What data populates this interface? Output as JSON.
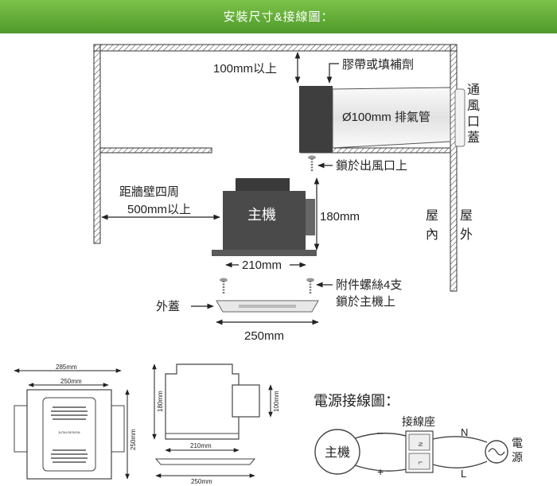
{
  "header": {
    "title": "安裝尺寸&接線圖："
  },
  "install": {
    "ceiling_gap": "100mm以上",
    "sealant": "膠帶或填補劑",
    "duct": "Ø100mm 排氣管",
    "vent_cover": [
      "通",
      "風",
      "口",
      "蓋"
    ],
    "fix_outlet": "鎖於出風口上",
    "wall_distance_line1": "距牆壁四周",
    "wall_distance_line2": "500mm以上",
    "main_unit": "主機",
    "height": "180mm",
    "indoor": [
      "屋",
      "內"
    ],
    "outdoor": [
      "屋",
      "外"
    ],
    "width": "210mm",
    "screws_line1": "附件螺絲4支",
    "screws_line2": "鎖於主機上",
    "cover": "外蓋",
    "cover_width": "250mm"
  },
  "dims": {
    "front_outer": "285mm",
    "front_inner": "250mm",
    "front_height": "250mm",
    "brand": "JUTAI·DESIGN",
    "side_height": "180mm",
    "side_duct": "100mm",
    "side_width": "210mm",
    "side_cover": "250mm"
  },
  "wiring": {
    "title": "電源接線圖：",
    "terminal": "接線座",
    "main_unit": "主機",
    "minus": "–",
    "plus": "+",
    "n": "N",
    "l": "L",
    "power": [
      "電",
      "源"
    ],
    "term_n": "N",
    "term_l": "L"
  }
}
